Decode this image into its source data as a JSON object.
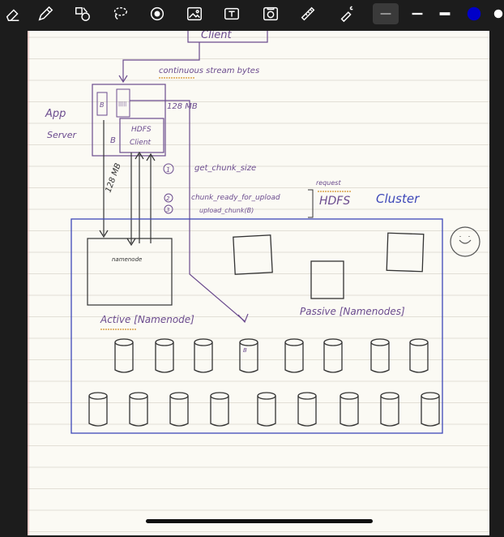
{
  "toolbar": {
    "tools": [
      {
        "name": "eraser-tool-icon"
      },
      {
        "name": "pen-tool-icon"
      },
      {
        "name": "shapes-tool-icon"
      },
      {
        "name": "lasso-tool-icon"
      },
      {
        "name": "sticker-tool-icon"
      },
      {
        "name": "image-tool-icon"
      },
      {
        "name": "textbox-tool-icon"
      },
      {
        "name": "camera-tool-icon"
      },
      {
        "name": "ruler-tool-icon"
      },
      {
        "name": "laser-pointer-icon"
      }
    ],
    "strokes": [
      {
        "name": "thin-stroke",
        "selected": true
      },
      {
        "name": "medium-stroke",
        "selected": false
      },
      {
        "name": "thick-stroke",
        "selected": false
      }
    ],
    "colors": {
      "active": "#0000c8",
      "second": "#ffffff"
    }
  },
  "colors": {
    "page": "#fbfaf4",
    "rule_lines": "#c9c4b8",
    "margin_line": "#e2a3a3",
    "ink_purple": "#6b4b8e",
    "ink_blue": "#3d47b8",
    "ink_dark": "#333333",
    "highlight": "#d9a14a"
  },
  "notes": {
    "client": "Client",
    "continuous_stream": "continuous stream bytes",
    "app_server_line1": "App",
    "app_server_line2": "Server",
    "size_128": "128 MB",
    "size_128b": "128 MB",
    "hdfs_client_line1": "HDFS",
    "hdfs_client_line2": "Client",
    "label_b": "B",
    "step1_num": "1",
    "step1": "get_chunk_size",
    "step2_num": "2",
    "step2": "chunk_ready_for_upload",
    "step3_num": "3",
    "step3": "upload_chunk(B)",
    "request": "request",
    "hdfs": "HDFS",
    "cluster": "Cluster",
    "namenode_inner": "namenode",
    "active": "Active [Namenode]",
    "passive": "Passive [Namenodes]",
    "datanode_mark": "B"
  }
}
